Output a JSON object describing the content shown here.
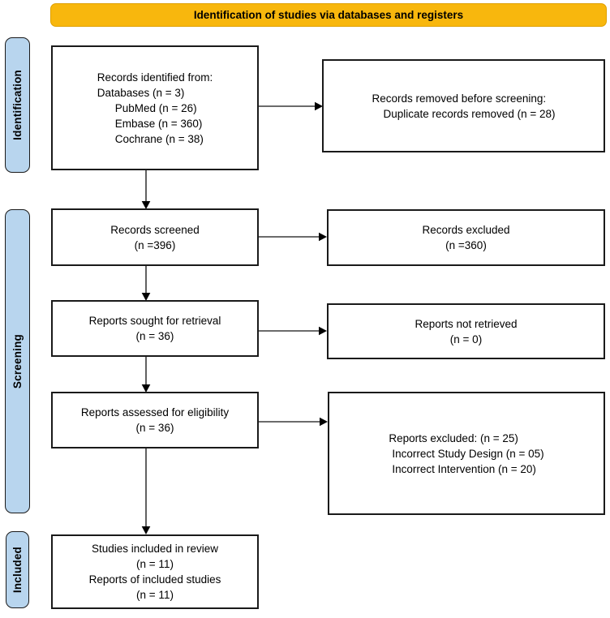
{
  "banner": {
    "label": "Identification of studies via databases and registers"
  },
  "stages": {
    "identification": {
      "label": "Identification"
    },
    "screening": {
      "label": "Screening"
    },
    "included": {
      "label": "Included"
    }
  },
  "colors": {
    "banner_bg": "#F8B70D",
    "stage_bg": "#B8D5EE",
    "box_border": "#1a1a1a",
    "arrow_line": "#3a3a3a"
  },
  "boxes": {
    "records_identified": {
      "lines": [
        "Records identified from:",
        "Databases (n = 3)",
        "PubMed (n = 26)",
        "Embase (n = 360)",
        "Cochrane (n = 38)"
      ]
    },
    "records_removed": {
      "lines": [
        "Records removed before screening:",
        "Duplicate records removed (n = 28)"
      ]
    },
    "records_screened": {
      "lines": [
        "Records screened",
        "(n =396)"
      ]
    },
    "records_excluded": {
      "lines": [
        "Records excluded",
        "(n =360)"
      ]
    },
    "reports_sought": {
      "lines": [
        "Reports sought for retrieval",
        "(n = 36)"
      ]
    },
    "reports_not_retrieved": {
      "lines": [
        "Reports not retrieved",
        "(n = 0)"
      ]
    },
    "reports_assessed": {
      "lines": [
        "Reports assessed for eligibility",
        "(n = 36)"
      ]
    },
    "reports_excluded": {
      "lines": [
        "Reports excluded: (n = 25)",
        "Incorrect Study Design (n = 05)",
        "Incorrect Intervention (n = 20)"
      ]
    },
    "studies_included": {
      "lines": [
        "Studies included in review",
        "(n = 11)",
        "Reports of included studies",
        "(n = 11)"
      ]
    }
  }
}
